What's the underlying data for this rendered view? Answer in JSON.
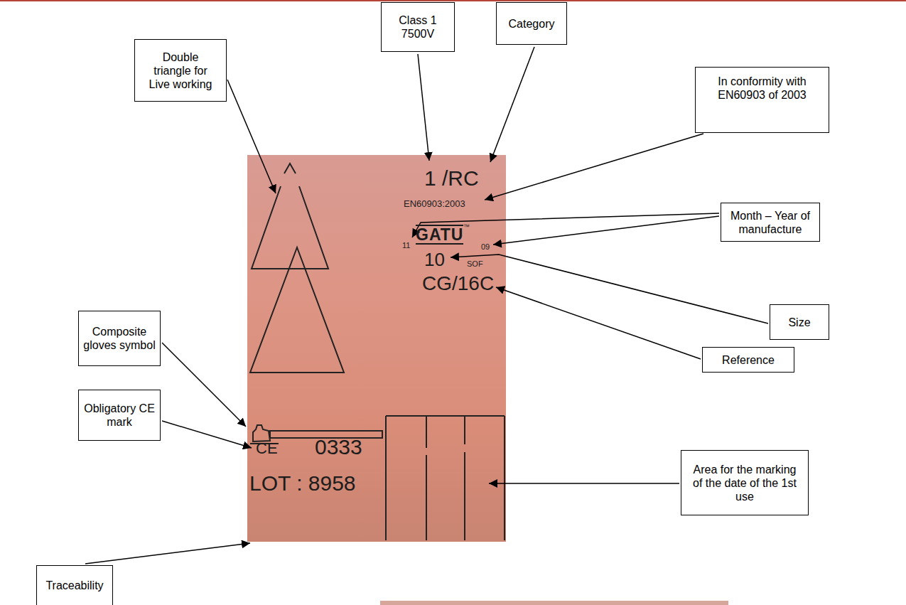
{
  "diagram": {
    "nodes": [
      {
        "text": [
          "Class 1 7500V"
        ]
      },
      {
        "text": [
          "Category"
        ]
      },
      {
        "text": [
          "In conformity with EN60903 of 2003"
        ]
      },
      {
        "text": [
          "Double triangle for Live working"
        ]
      },
      {
        "text": [
          "Month – Year of manufacture"
        ]
      },
      {
        "text": [
          "Size"
        ]
      },
      {
        "text": [
          "Reference"
        ]
      },
      {
        "text": [
          "Composite gloves symbol"
        ]
      },
      {
        "text": [
          "Obligatory CE mark"
        ]
      },
      {
        "text": [
          "Area for the marking of the date of the 1st use"
        ]
      },
      {
        "text": [
          "Traceability"
        ]
      }
    ],
    "labels": [
      "1 /RC",
      "EN60903:2003",
      "GATU",
      "™",
      "11",
      "09",
      "10",
      "SOF",
      "CG/16C",
      "CE",
      "0333",
      "LOT : 8958"
    ]
  }
}
